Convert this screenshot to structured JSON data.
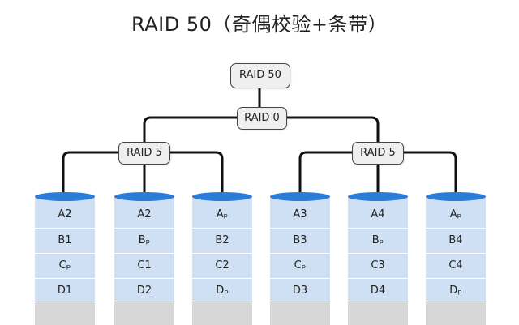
{
  "title": "RAID 50（奇偶校验+条带）",
  "nodes": {
    "raid50": "RAID 50",
    "raid0": "RAID 0",
    "raid5_left": "RAID 5",
    "raid5_right": "RAID 5"
  },
  "colors": {
    "disk_top": "#2b7bd8",
    "disk_body": "#cfe0f4",
    "disk_base": "#d7d7d7",
    "node_fill": "#efefef",
    "wire": "#111111"
  },
  "disks": [
    {
      "blocks": [
        "A2",
        "B1",
        "Cₚ",
        "D1"
      ]
    },
    {
      "blocks": [
        "A2",
        "Bₚ",
        "C1",
        "D2"
      ]
    },
    {
      "blocks": [
        "Aₚ",
        "B2",
        "C2",
        "Dₚ"
      ]
    },
    {
      "blocks": [
        "A3",
        "B3",
        "Cₚ",
        "D3"
      ]
    },
    {
      "blocks": [
        "A4",
        "Bₚ",
        "C3",
        "D4"
      ]
    },
    {
      "blocks": [
        "Aₚ",
        "B4",
        "C4",
        "Dₚ"
      ]
    }
  ]
}
